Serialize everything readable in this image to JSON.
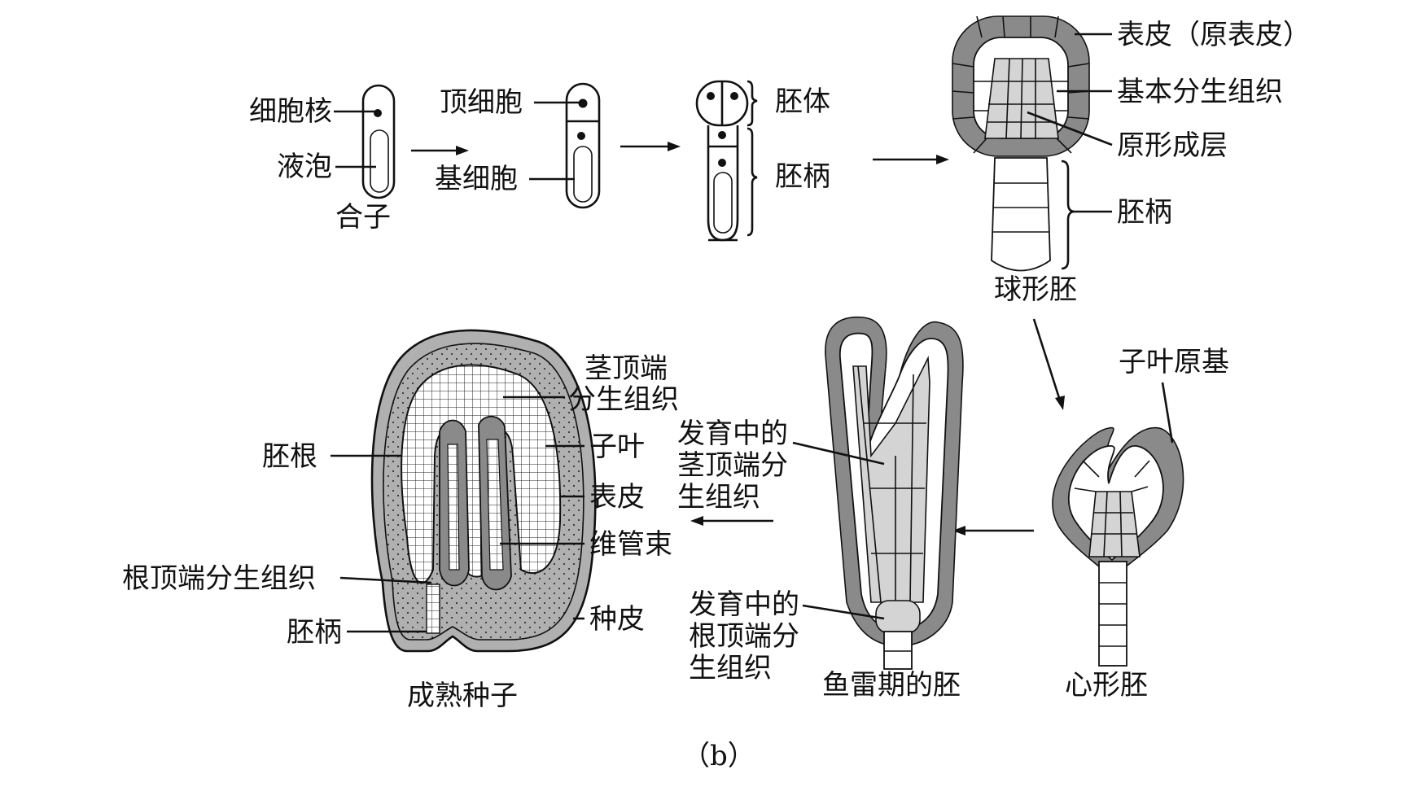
{
  "figure_label": "（b）",
  "stages": {
    "zygote": {
      "name": "合子",
      "labels": {
        "nucleus": "细胞核",
        "vacuole": "液泡"
      }
    },
    "two_cell": {
      "labels": {
        "apical_cell": "顶细胞",
        "basal_cell": "基细胞"
      }
    },
    "proembryo": {
      "labels": {
        "embryo_proper": "胚体",
        "suspensor": "胚柄"
      }
    },
    "globular": {
      "name": "球形胚",
      "labels": {
        "epidermis": "表皮（原表皮）",
        "ground_meristem": "基本分生组织",
        "procambium": "原形成层",
        "suspensor": "胚柄"
      }
    },
    "heart": {
      "name": "心形胚",
      "labels": {
        "cotyledon_primordium": "子叶原基"
      }
    },
    "torpedo": {
      "name": "鱼雷期的胚",
      "labels": {
        "developing_shoot_apical_meristem": [
          "发育中的",
          "茎顶端分",
          "生组织"
        ],
        "developing_root_apical_meristem": [
          "发育中的",
          "根顶端分",
          "生组织"
        ]
      }
    },
    "mature_seed": {
      "name": "成熟种子",
      "labels": {
        "shoot_apical_meristem": [
          "茎顶端",
          "分生组织"
        ],
        "cotyledon": "子叶",
        "epidermis": "表皮",
        "vascular_bundle": "维管束",
        "seed_coat": "种皮",
        "radicle": "胚根",
        "root_apical_meristem": "根顶端分生组织",
        "suspensor": "胚柄"
      }
    }
  },
  "colors": {
    "line": "#111111",
    "epidermis_fill": "#8a8a8a",
    "inner_fill": "#d4d4d4",
    "background": "#ffffff"
  }
}
